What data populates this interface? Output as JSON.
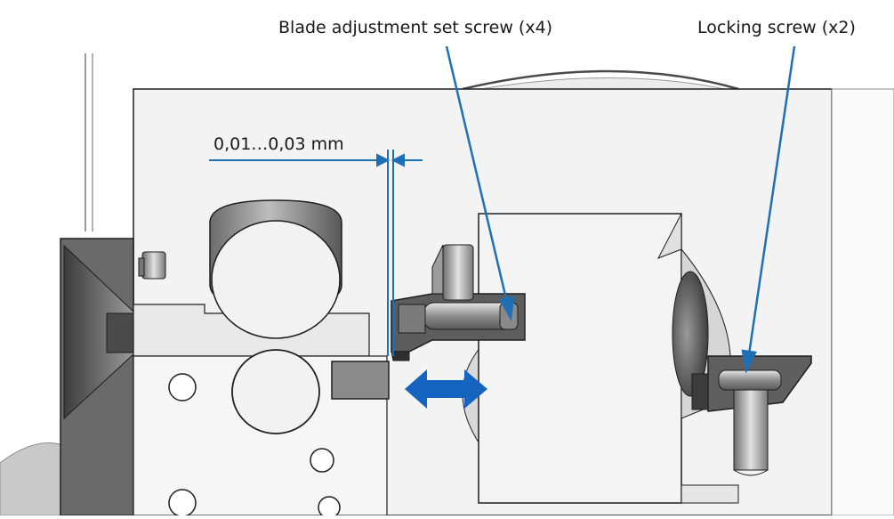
{
  "labels": {
    "blade_screw": "Blade adjustment set screw (x4)",
    "locking_screw": "Locking screw (x2)",
    "gap_dimension": "0,01…0,03 mm"
  },
  "colors": {
    "callout": "#1f6fb5",
    "arrow": "#1565c0",
    "outline": "#1e1e1e",
    "plate": "#f3f3f3",
    "dark_metal": "#5f5f5f",
    "mid_metal": "#a9a9a9",
    "light_metal": "#d4d4d4"
  }
}
